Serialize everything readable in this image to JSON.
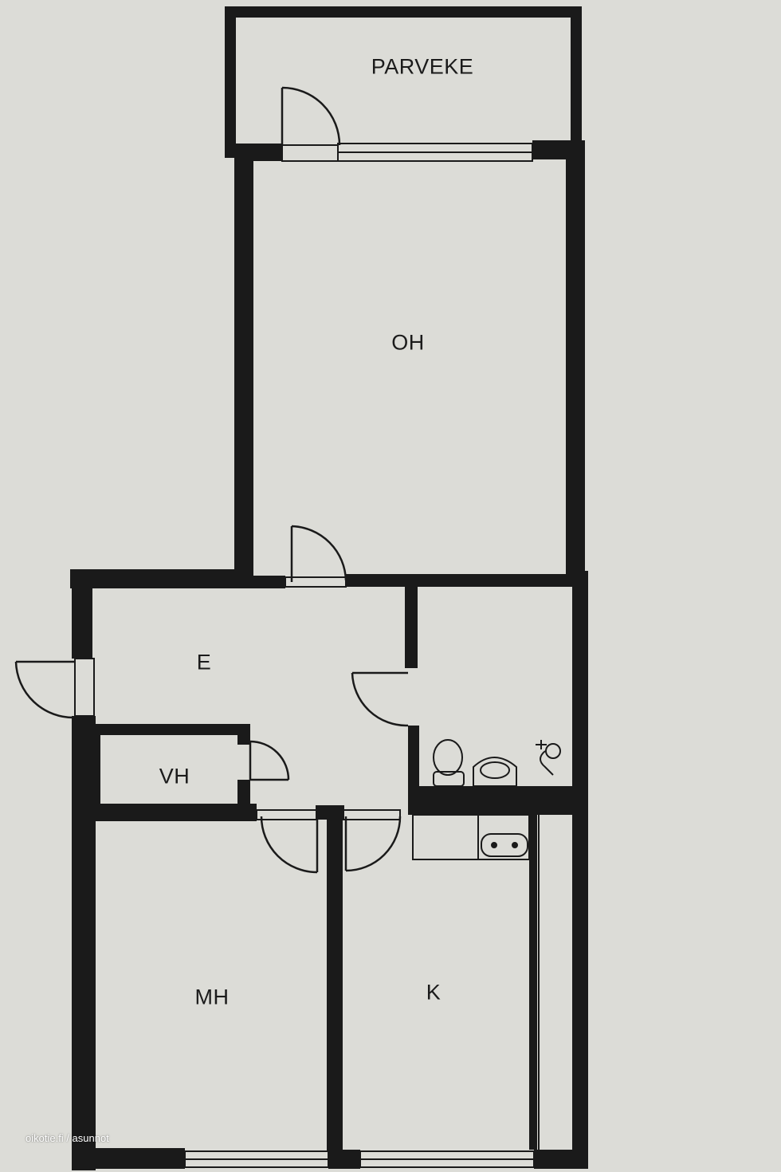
{
  "rooms": {
    "parveke": "PARVEKE",
    "oh": "OH",
    "e": "E",
    "vh": "VH",
    "mh": "MH",
    "k": "K"
  },
  "watermark": "oikotie.fi / asunnot",
  "colors": {
    "paper": "#dcdcd7",
    "wall": "#1a1a1a",
    "label": "#1b1b1b"
  }
}
